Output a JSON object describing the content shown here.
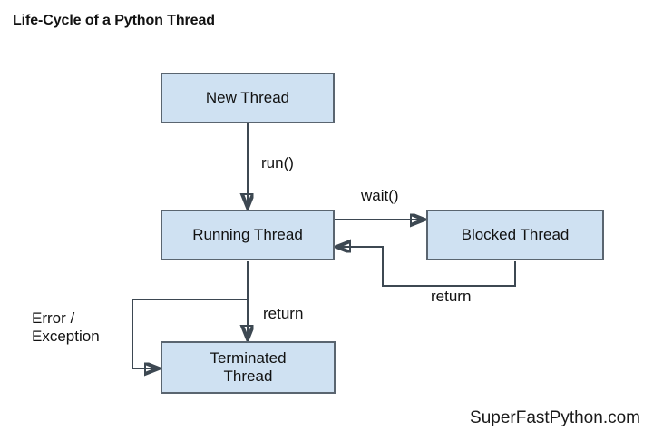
{
  "title": "Life-Cycle of a Python Thread",
  "watermark": "SuperFastPython.com",
  "theme": {
    "box_fill": "#cfe1f2",
    "box_border": "#5a6570",
    "connector": "#3d4852",
    "text": "#111111",
    "background": "#ffffff"
  },
  "diagram": {
    "type": "state-flow",
    "nodes": [
      {
        "id": "new-thread",
        "label": "New Thread"
      },
      {
        "id": "running-thread",
        "label": "Running Thread"
      },
      {
        "id": "blocked-thread",
        "label": "Blocked Thread"
      },
      {
        "id": "terminated-thread",
        "label": "Terminated\nThread",
        "label_line1": "Terminated",
        "label_line2": "Thread"
      }
    ],
    "edges": [
      {
        "id": "run",
        "from": "new-thread",
        "to": "running-thread",
        "label": "run()"
      },
      {
        "id": "wait",
        "from": "running-thread",
        "to": "blocked-thread",
        "label": "wait()"
      },
      {
        "id": "return-blocked",
        "from": "blocked-thread",
        "to": "running-thread",
        "label": "return"
      },
      {
        "id": "return-terminated",
        "from": "running-thread",
        "to": "terminated-thread",
        "label": "return"
      },
      {
        "id": "error-exception",
        "from": "running-thread",
        "to": "terminated-thread",
        "label": "Error /\nException",
        "label_line1": "Error /",
        "label_line2": "Exception"
      }
    ]
  }
}
